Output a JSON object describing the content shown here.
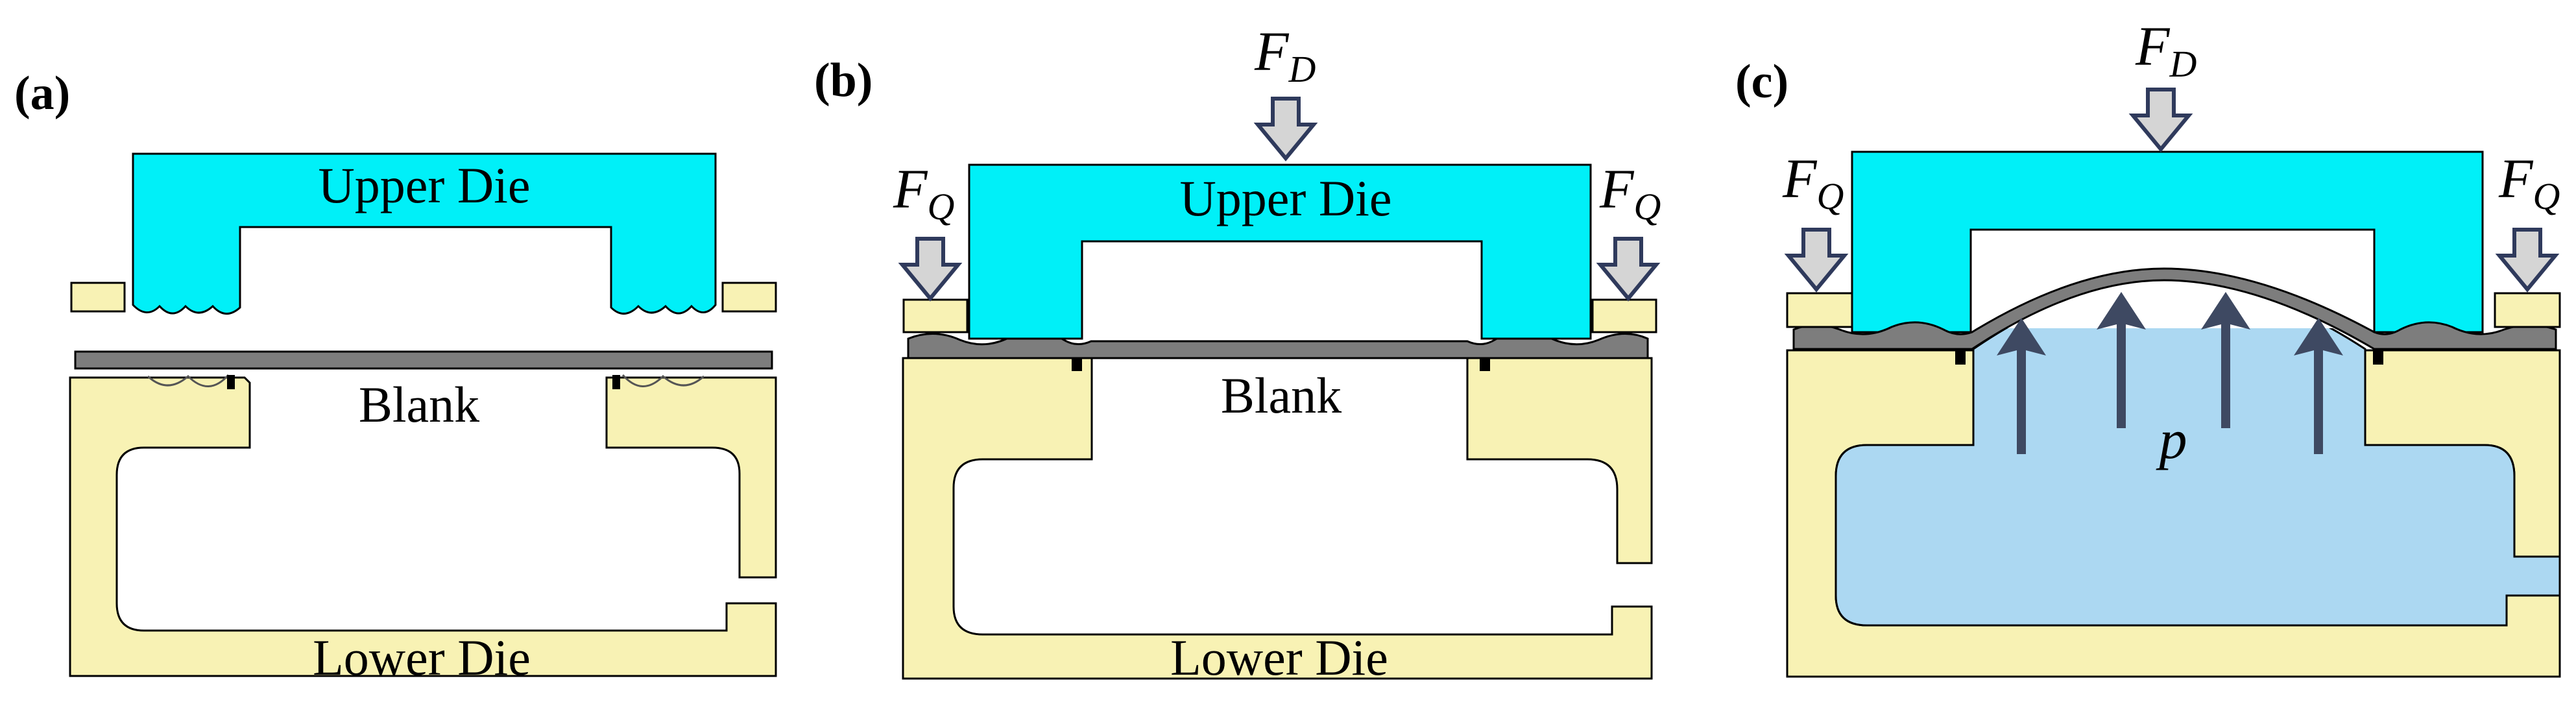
{
  "colors": {
    "upper_die": "#00f0f8",
    "lower_die": "#f8f2b4",
    "blank": "#7d7d7d",
    "fluid": "#acd8f2",
    "arrow_fill": "#d5d5d5",
    "arrow_outline": "#2f3a5c",
    "pressure_arrow": "#3e4962",
    "outline": "#000000"
  },
  "panels": [
    {
      "label": "(a)",
      "upper_die": "Upper Die",
      "blank": "Blank",
      "lower_die": "Lower Die"
    },
    {
      "label": "(b)",
      "force_top": {
        "main": "F",
        "sub": "D"
      },
      "force_left": {
        "main": "F",
        "sub": "Q"
      },
      "force_right": {
        "main": "F",
        "sub": "Q"
      },
      "upper_die": "Upper Die",
      "blank": "Blank",
      "lower_die": "Lower Die"
    },
    {
      "label": "(c)",
      "force_top": {
        "main": "F",
        "sub": "D"
      },
      "force_left": {
        "main": "F",
        "sub": "Q"
      },
      "force_right": {
        "main": "F",
        "sub": "Q"
      },
      "pressure": "p"
    }
  ]
}
